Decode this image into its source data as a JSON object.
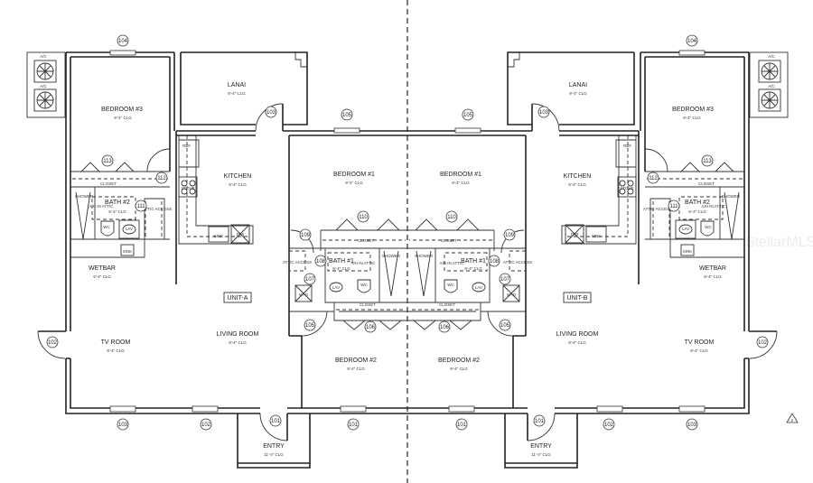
{
  "unit_a": {
    "unit_label": "UNIT-A",
    "ac1": "A/C",
    "ac2": "A/C",
    "bedroom3": "BEDROOM #3",
    "bedroom3_clg": "9'-4\" CLG",
    "lanai": "LANAI",
    "lanai_clg": "9'-4\" CLG",
    "kitchen": "KITCHEN",
    "kitchen_clg": "9'-4\" CLG",
    "ref": "REF.",
    "stove": "STOVE",
    "ksink": "SINK",
    "dw": "D/W",
    "bedroom1": "BEDROOM #1",
    "bedroom1_clg": "9'-4\" CLG",
    "closet3": "CLOSET",
    "closet1": "CLOSET",
    "closet2": "CLOSET",
    "shower2": "SHOWER",
    "ah2": "A/H IN ATTIC",
    "bath2": "BATH #2",
    "bath2_clg": "9'-4\" CLG",
    "attic2": "ATTIC ACCESS",
    "wc2": "WC",
    "lav2": "LAV",
    "sink2": "SINK",
    "attic1": "ATTIC ACCESS",
    "bath1": "BATH #1",
    "bath1_clg": "9'-4\" CLG",
    "ah1": "A/H IN ATTIC",
    "shower1": "SHOWER",
    "wd": "W+D",
    "lav1": "LAV",
    "wc1": "WC",
    "bedroom2": "BEDROOM #2",
    "bedroom2_clg": "9'-4\" CLG",
    "wetbar": "WETBAR",
    "wetbar_clg": "9'-4\" CLG",
    "living": "LIVING ROOM",
    "living_clg": "9'-4\" CLG",
    "tv": "TV ROOM",
    "tv_clg": "9'-4\" CLG",
    "entry": "ENTRY",
    "entry_clg": "11'-4\" CLG",
    "tags": {
      "t104": "104",
      "t103a": "103",
      "t105a": "105",
      "t113": "113",
      "t112": "112",
      "t111": "111",
      "t110": "110",
      "t109": "109",
      "t108": "108",
      "t107": "107",
      "t105b": "105",
      "t106": "106",
      "t102a": "102",
      "t103b": "103",
      "t102b": "102",
      "t101a": "101",
      "t101b": "101"
    }
  },
  "unit_b": {
    "unit_label": "UNIT-B",
    "ac1": "A/C",
    "ac2": "A/C",
    "bedroom3": "BEDROOM #3",
    "bedroom3_clg": "9'-4\" CLG",
    "lanai": "LANAI",
    "lanai_clg": "9'-4\" CLG",
    "kitchen": "KITCHEN",
    "kitchen_clg": "9'-4\" CLG",
    "ref": "REF.",
    "stove": "STOVE",
    "ksink": "SINK",
    "dw": "D/W",
    "bedroom1": "BEDROOM #1",
    "bedroom1_clg": "9'-4\" CLG",
    "closet3": "CLOSET",
    "closet1": "CLOSET",
    "closet2": "CLOSET",
    "shower2": "SHOWER",
    "ah2": "A/H IN ATTIC",
    "bath2": "BATH #2",
    "bath2_clg": "9'-4\" CLG",
    "attic2": "ATTIC ACCESS",
    "wc2": "WC",
    "lav2": "LAV",
    "sink2": "SINK",
    "attic1": "ATTIC ACCESS",
    "bath1": "BATH #1",
    "bath1_clg": "9'-4\" CLG",
    "ah1": "A/H IN ATTIC",
    "shower1": "SHOWER",
    "wd": "W+D",
    "lav1": "LAV",
    "wc1": "WC",
    "bedroom2": "BEDROOM #2",
    "bedroom2_clg": "9'-4\" CLG",
    "wetbar": "WETBAR",
    "wetbar_clg": "9'-4\" CLG",
    "living": "LIVING ROOM",
    "living_clg": "9'-4\" CLG",
    "tv": "TV ROOM",
    "tv_clg": "9'-4\" CLG",
    "entry": "ENTRY",
    "entry_clg": "11'-4\" CLG",
    "tags": {
      "t104": "104",
      "t103a": "103",
      "t105a": "105",
      "t113": "113",
      "t112": "112",
      "t111": "111",
      "t110": "110",
      "t109": "109",
      "t108": "108",
      "t107": "107",
      "t105b": "105",
      "t106": "106",
      "t102a": "102",
      "t103b": "103",
      "t102b": "102",
      "t101a": "101",
      "t101b": "101"
    }
  },
  "revision_mark": "2",
  "watermark": "StellarMLS"
}
